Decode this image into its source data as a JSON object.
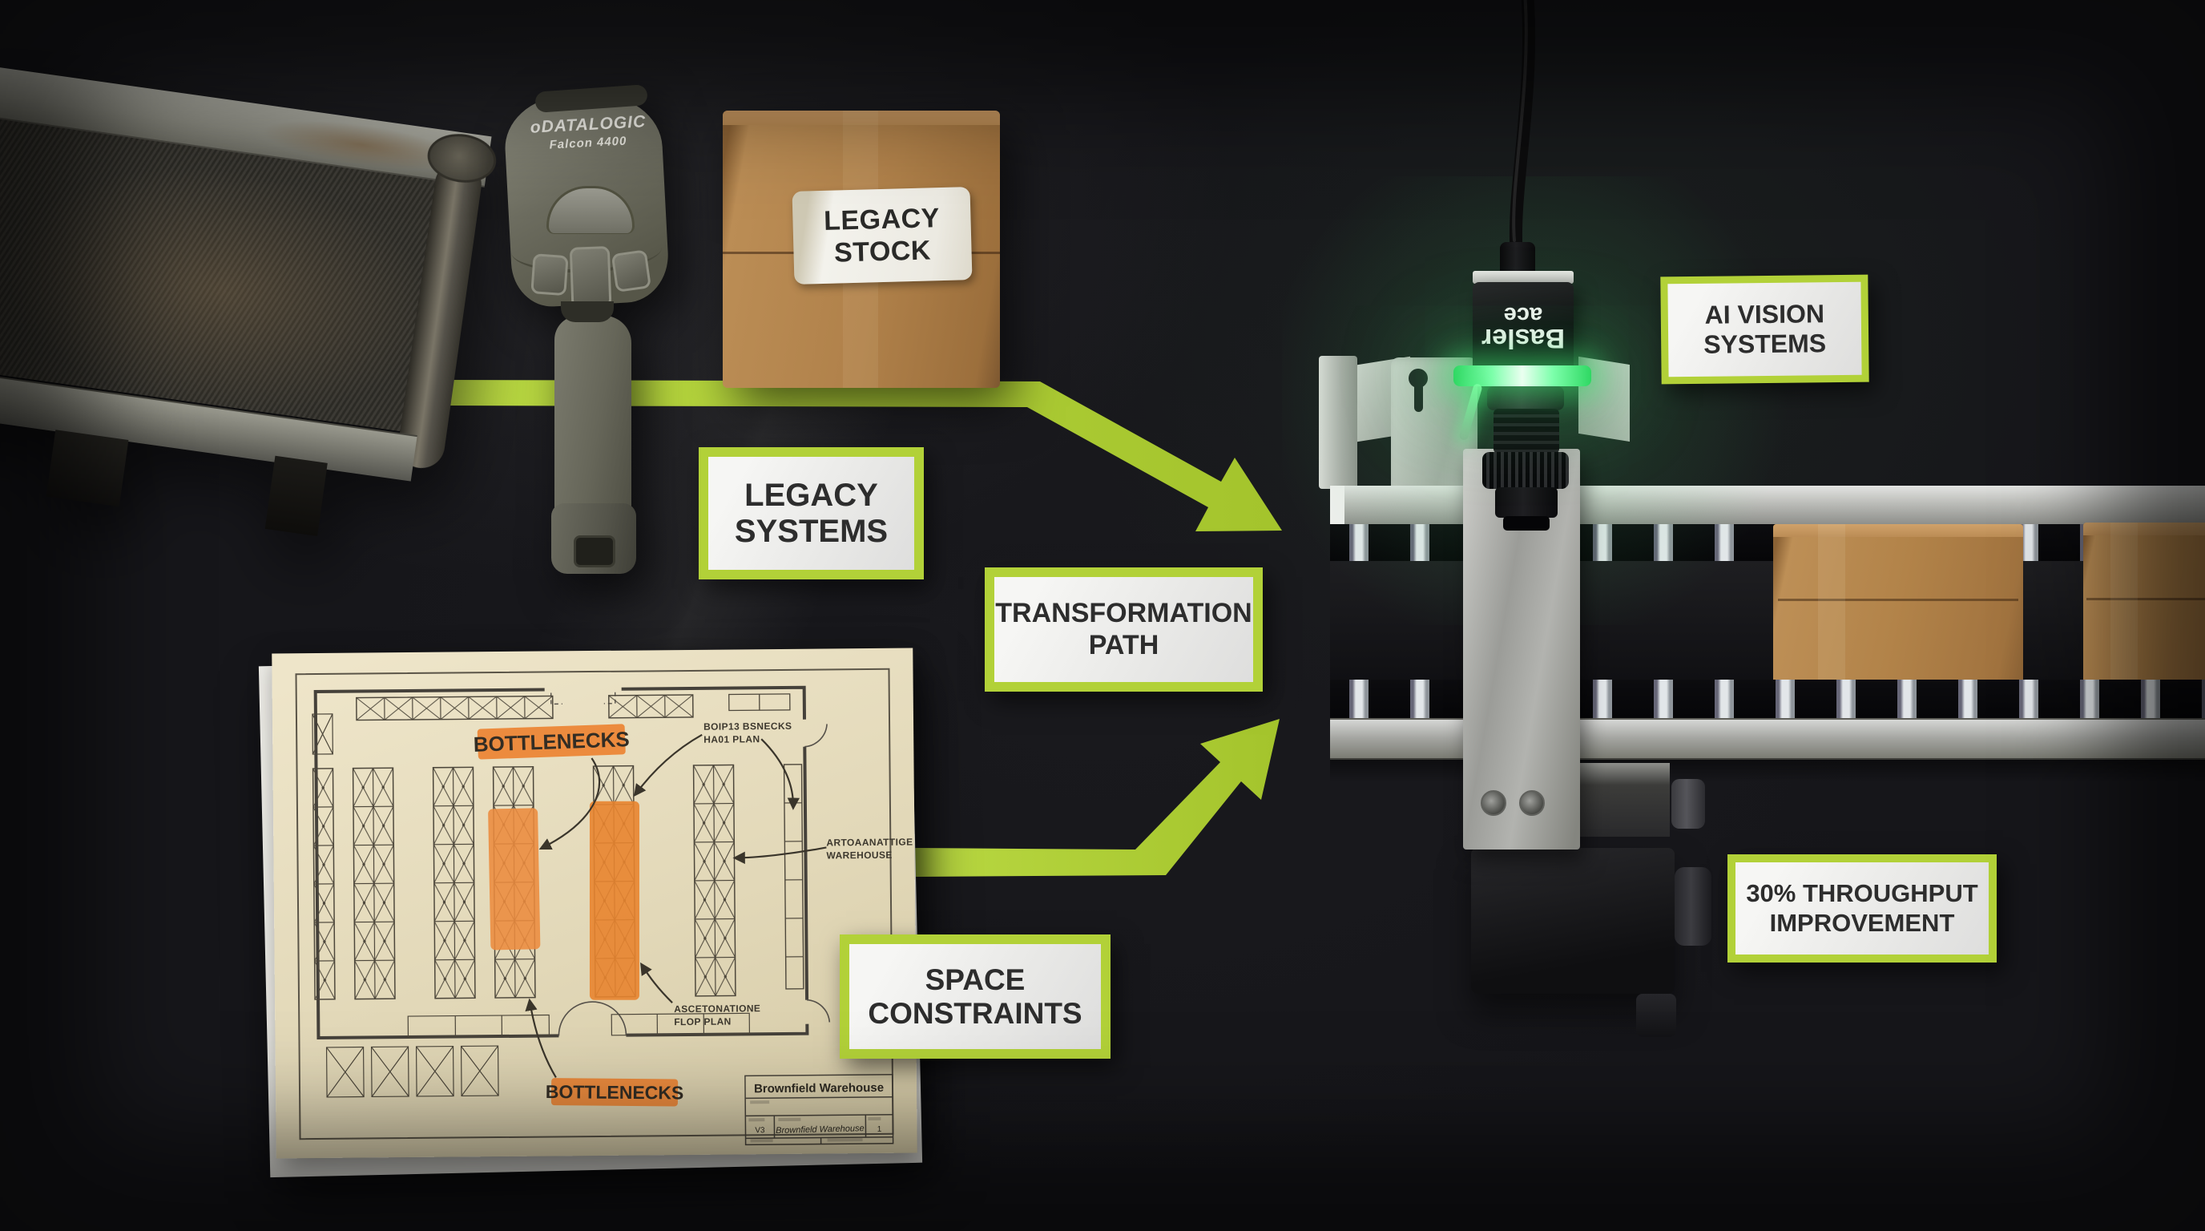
{
  "colors": {
    "bg": "#16161a",
    "green": "#b2d138",
    "green2": "#c6e24a",
    "orange": "#ec8b3e",
    "glow": "#46ef7c",
    "plan-paper": "#e6dcbd",
    "plan-ink": "#49443a"
  },
  "cards": {
    "legacy_systems": {
      "line1": "LEGACY",
      "line2": "SYSTEMS"
    },
    "transformation_path": {
      "line1": "TRANSFORMATION",
      "line2": "PATH"
    },
    "space_constraints": {
      "line1": "SPACE",
      "line2": "CONSTRAINTS"
    },
    "ai_vision_systems": {
      "line1": "AI VISION",
      "line2": "SYSTEMS"
    },
    "throughput_improvement": {
      "line1": "30% THROUGHPUT",
      "line2": "IMPROVEMENT"
    }
  },
  "box_label": {
    "line1": "LEGACY",
    "line2": "STOCK"
  },
  "scanner": {
    "logo_mark": "o",
    "logo": "DATALOGIC",
    "model": "Falcon 4400"
  },
  "camera": {
    "brand": "Basler",
    "series": "ace"
  },
  "plan": {
    "bottlenecks_top": "BOTTLENECKS",
    "bottlenecks_bottom": "BOTTLENECKS",
    "note_tr_line1": "BOIP13 BSNECKS",
    "note_tr_line2": "HA01 PLAN",
    "note_r_line1": "ARTOAANATTIGE",
    "note_r_line2": "WAREHOUSE",
    "note_b_line1": "ASCETONATIONE",
    "note_b_line2": "FLOP PLAN",
    "title_block": {
      "title": "Brownfield Warehouse",
      "revision": "V3",
      "signature": "Brownfield Warehouse",
      "copies": "1"
    }
  }
}
